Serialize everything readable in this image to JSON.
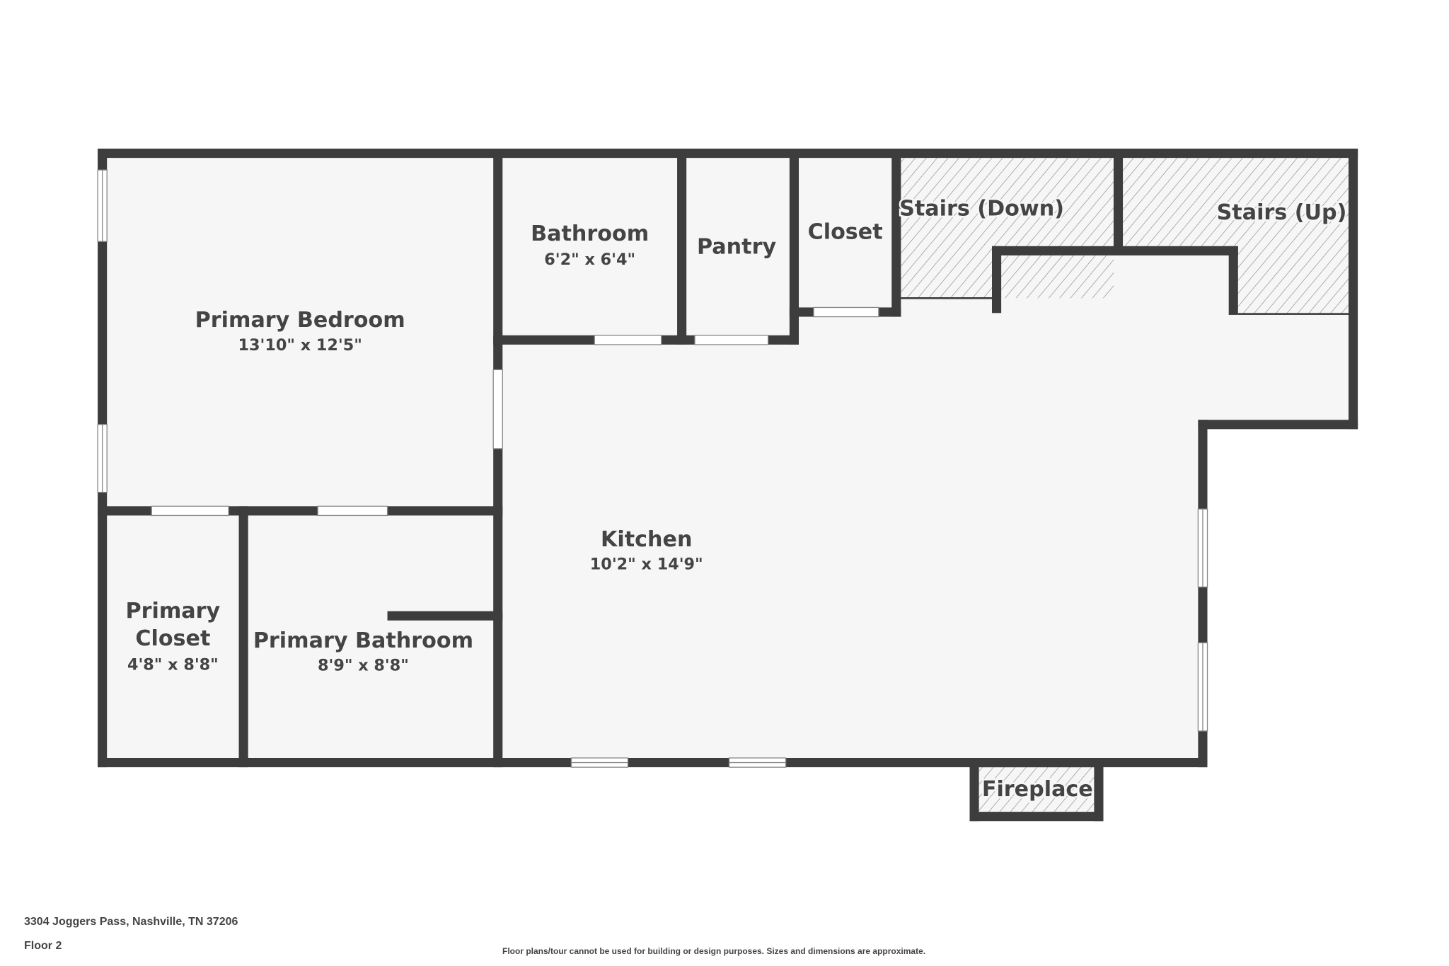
{
  "plan": {
    "rooms": [
      {
        "name": "Primary Bedroom",
        "dims": "13'10\" x 12'5\""
      },
      {
        "name": "Bathroom",
        "dims": "6'2\" x 6'4\""
      },
      {
        "name": "Pantry"
      },
      {
        "name": "Closet"
      },
      {
        "name": "Stairs (Down)"
      },
      {
        "name": "Stairs (Up)"
      },
      {
        "name": "Kitchen",
        "dims": "10'2\" x 14'9\""
      },
      {
        "name_line1": "Primary",
        "name_line2": "Closet",
        "dims": "4'8\" x 8'8\""
      },
      {
        "name": "Primary Bathroom",
        "dims": "8'9\" x 8'8\""
      },
      {
        "name": "Fireplace"
      }
    ],
    "colors": {
      "wall": "#3d3d3d",
      "floor": "#f6f6f6",
      "hatch": "#9a9a9a"
    }
  },
  "footer": {
    "address": "3304 Joggers Pass, Nashville, TN 37206",
    "floor": "Floor 2",
    "disclaimer": "Floor plans/tour cannot be used for building or design purposes. Sizes and dimensions are approximate."
  }
}
